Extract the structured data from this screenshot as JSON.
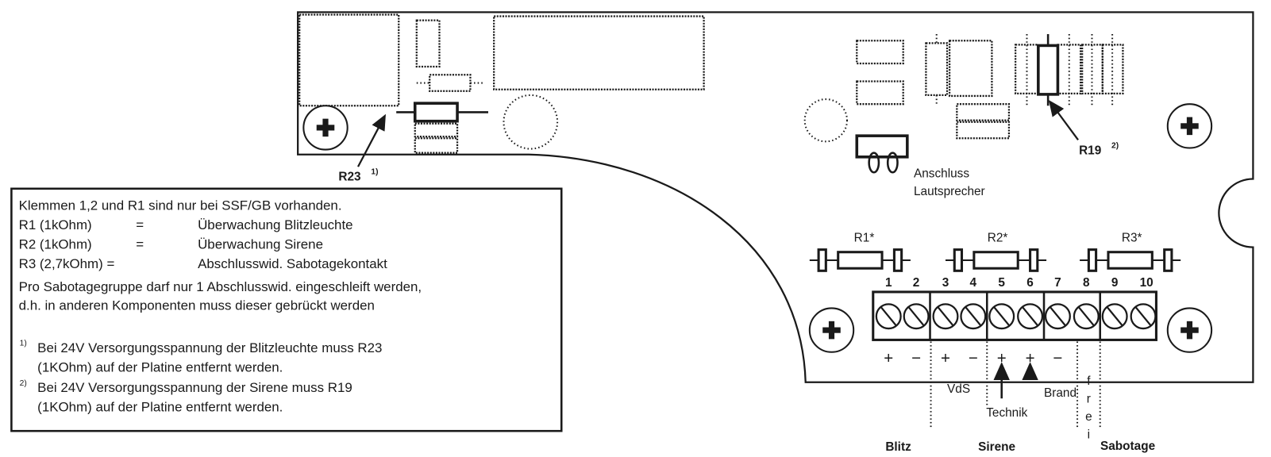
{
  "board": {
    "r23_label": "R23",
    "r23_note": "1)",
    "r19_label": "R19",
    "r19_note": "2)",
    "speaker_label_1": "Anschluss",
    "speaker_label_2": "Lautsprecher"
  },
  "resistors": [
    {
      "label": "R1*"
    },
    {
      "label": "R2*"
    },
    {
      "label": "R3*"
    }
  ],
  "terminals": [
    "1",
    "2",
    "3",
    "4",
    "5",
    "6",
    "7",
    "8",
    "9",
    "10"
  ],
  "polarity": [
    "+",
    "−",
    "+",
    "−",
    "+",
    "+",
    "−"
  ],
  "annotations": {
    "vds": "VdS",
    "technik": "Technik",
    "brand": "Brand",
    "frei": [
      "f",
      "r",
      "e",
      "i"
    ]
  },
  "groups": {
    "blitz": "Blitz",
    "sirene": "Sirene",
    "sabotage": "Sabotage"
  },
  "notes": {
    "line1": "Klemmen 1,2 und R1 sind nur bei SSF/GB vorhanden.",
    "rows": [
      {
        "name": "R1 (1kOhm)",
        "eq": "=",
        "desc": "Überwachung Blitzleuchte"
      },
      {
        "name": "R2 (1kOhm)",
        "eq": "=",
        "desc": "Überwachung Sirene"
      },
      {
        "name": "R3 (2,7kOhm) =",
        "eq": "",
        "desc": "Abschlusswid. Sabotagekontakt"
      }
    ],
    "para1": "Pro Sabotagegruppe darf nur 1 Abschlusswid. eingeschleift werden,",
    "para2": "d.h. in anderen Komponenten muss dieser gebrückt werden",
    "fn1_mark": "1)",
    "fn1_line1": "Bei 24V Versorgungsspannung der Blitzleuchte muss R23",
    "fn1_line2": "(1KOhm) auf der Platine entfernt werden.",
    "fn2_mark": "2)",
    "fn2_line1": "Bei 24V Versorgungsspannung der Sirene muss R19",
    "fn2_line2": "(1KOhm) auf der Platine entfernt werden."
  }
}
